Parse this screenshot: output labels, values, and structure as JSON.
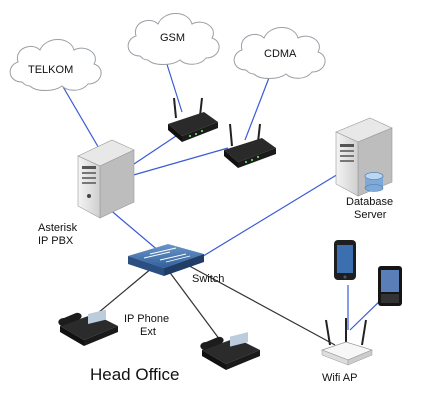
{
  "clouds": {
    "telkom": "TELKOM",
    "gsm": "GSM",
    "cdma": "CDMA"
  },
  "nodes": {
    "pbx_line1": "Asterisk",
    "pbx_line2": "IP PBX",
    "db_line1": "Database",
    "db_line2": "Server",
    "switch": "Switch",
    "phone_line1": "IP Phone",
    "phone_line2": "Ext",
    "wifi": "Wifi AP"
  },
  "title": "Head Office",
  "colors": {
    "link_blue": "#3b5bd6",
    "link_dark": "#333333",
    "cloud_stroke": "#9aa0a6"
  },
  "icons": [
    "cloud-icon",
    "router-icon",
    "server-tower-icon",
    "database-server-icon",
    "network-switch-icon",
    "ip-phone-icon",
    "smartphone-icon",
    "wifi-access-point-icon"
  ]
}
